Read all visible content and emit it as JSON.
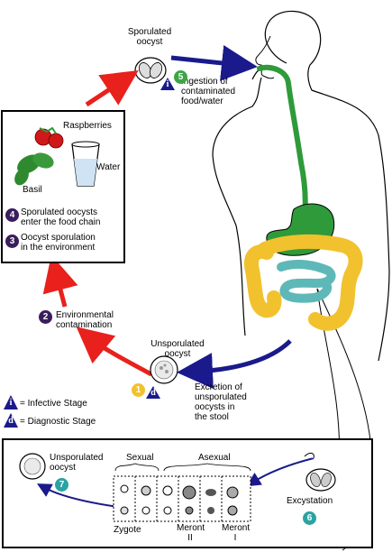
{
  "stages": {
    "sporulated_oocyst": "Sporulated\noocyst",
    "ingestion": "Ingestion of\ncontaminated\nfood/water",
    "raspberries": "Raspberries",
    "water": "Water",
    "basil": "Basil",
    "enter_food_chain": "Sporulated oocysts\nenter the food chain",
    "sporulation_env": "Oocyst sporulation\nin the environment",
    "env_contamination": "Environmental\ncontamination",
    "unsporulated_oocyst": "Unsporulated\noocyst",
    "excretion": "Excretion of\nunsporulated\noocysts in\nthe stool",
    "unsporulated_oocyst_2": "Unsporulated\noocyst",
    "sexual": "Sexual",
    "asexual": "Asexual",
    "zygote": "Zygote",
    "meront_ii": "Meront\nII",
    "meront_i": "Meront\nI",
    "excystation": "Excystation"
  },
  "badges": {
    "b5": "5",
    "b4": "4",
    "b3": "3",
    "b2": "2",
    "b1": "1",
    "b7": "7",
    "b6": "6"
  },
  "legend": {
    "infective_symbol": "i",
    "infective_text": "= Infective Stage",
    "diagnostic_symbol": "d",
    "diagnostic_text": "= Diagnostic Stage"
  },
  "colors": {
    "red_arrow": "#e8211d",
    "blue_arrow": "#1a1a8c",
    "stomach_green": "#2f9a3a",
    "colon_yellow": "#f2c12e",
    "small_intestine_teal": "#5fb8b8",
    "badge_purple": "#3a1e5c",
    "badge_green": "#3da544",
    "badge_teal": "#2aa3a3",
    "badge_yellow": "#f2c12e"
  }
}
